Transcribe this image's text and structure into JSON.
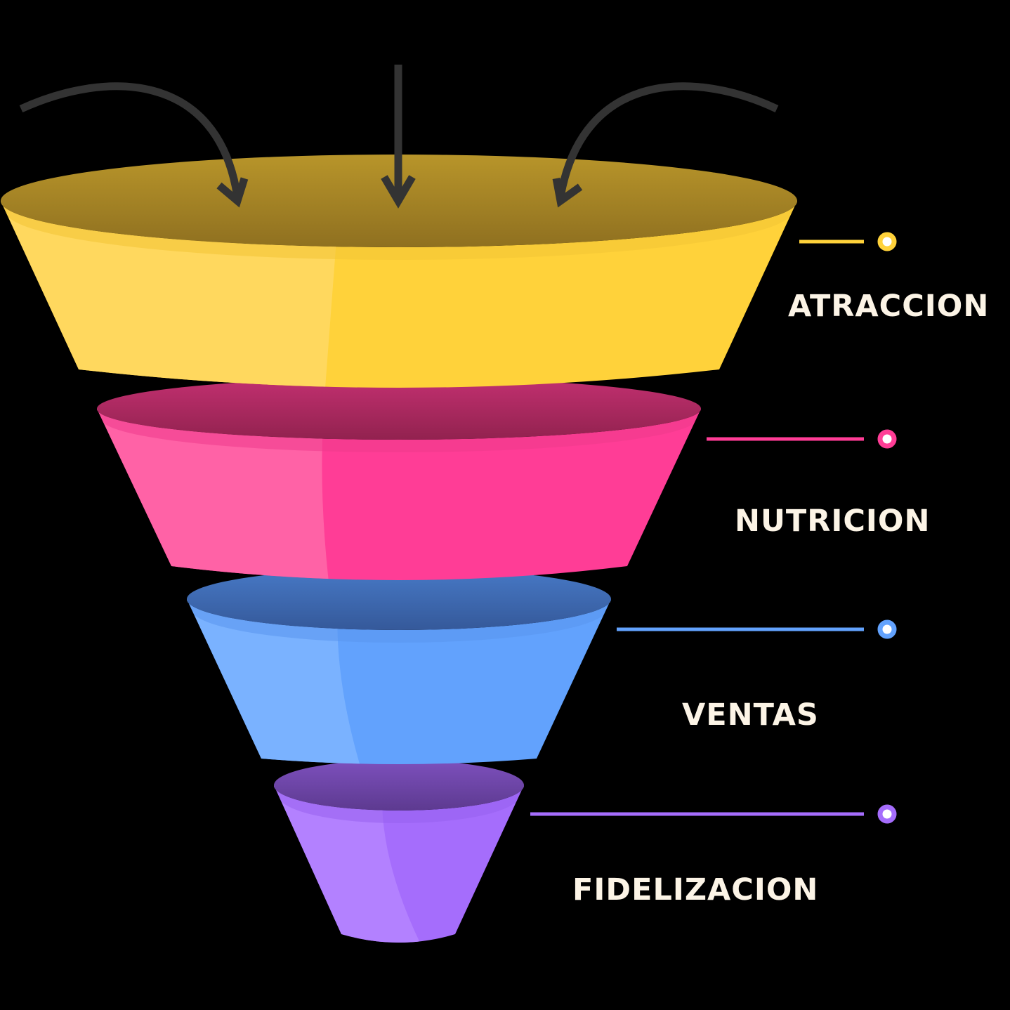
{
  "diagram": {
    "type": "funnel",
    "background": "#000000",
    "arrow_color": "#333333",
    "label_color": "#fcf4e6",
    "stages": [
      {
        "id": "atraccion",
        "label": "ATRACCION",
        "side_light": "#ffd85e",
        "side_dark": "#ffd23a",
        "lip": "#f2c535",
        "top_light": "#b8952a",
        "top_dark": "#8f7020",
        "connector": "#ffd23a"
      },
      {
        "id": "nutricion",
        "label": "NUTRICION",
        "side_light": "#ff62a6",
        "side_dark": "#ff3d96",
        "lip": "#ef3b8c",
        "top_light": "#c23070",
        "top_dark": "#92224f",
        "connector": "#ff3d96"
      },
      {
        "id": "ventas",
        "label": "VENTAS",
        "side_light": "#7ab2ff",
        "side_dark": "#62a2fd",
        "lip": "#5a96ee",
        "top_light": "#4779c6",
        "top_dark": "#35599a",
        "connector": "#62a2fd"
      },
      {
        "id": "fidelizacion",
        "label": "FIDELIZACION",
        "side_light": "#b381ff",
        "side_dark": "#a56dfc",
        "lip": "#9860ee",
        "top_light": "#7d50bd",
        "top_dark": "#5d3a90",
        "connector": "#a56dfc"
      }
    ]
  }
}
